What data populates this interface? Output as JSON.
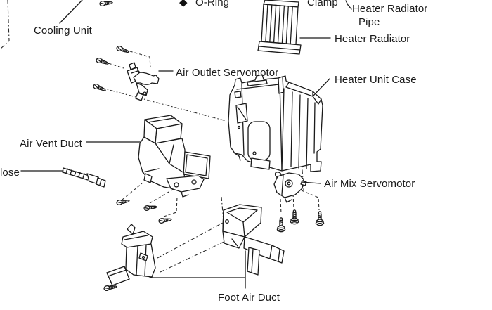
{
  "diagram_type": "exploded-parts-diagram",
  "colors": {
    "background": "#ffffff",
    "line": "#1a1a1a",
    "text": "#1a1a1a"
  },
  "labels": {
    "cooling_unit": "Cooling Unit",
    "o_ring_marker": "◆",
    "o_ring": "O-Ring",
    "clamp": "Clamp",
    "heater_radiator_pipe": {
      "line1": "Heater Radiator",
      "line2": "Pipe"
    },
    "heater_radiator": "Heater Radiator",
    "air_outlet_servomotor": "Air Outlet Servomotor",
    "heater_unit_case": "Heater Unit Case",
    "air_vent_duct": "Air Vent Duct",
    "hose_partial": "lose",
    "air_mix_servomotor": "Air Mix Servomotor",
    "foot_air_duct": "Foot Air Duct"
  },
  "drawings": [
    "heater-radiator",
    "heater-unit-case",
    "air-outlet-servomotor",
    "air-vent-duct",
    "hose",
    "air-mix-servomotor",
    "foot-air-duct-left",
    "foot-air-duct-right"
  ],
  "fasteners": {
    "angled_screws": 8,
    "vertical_screws": 3
  }
}
